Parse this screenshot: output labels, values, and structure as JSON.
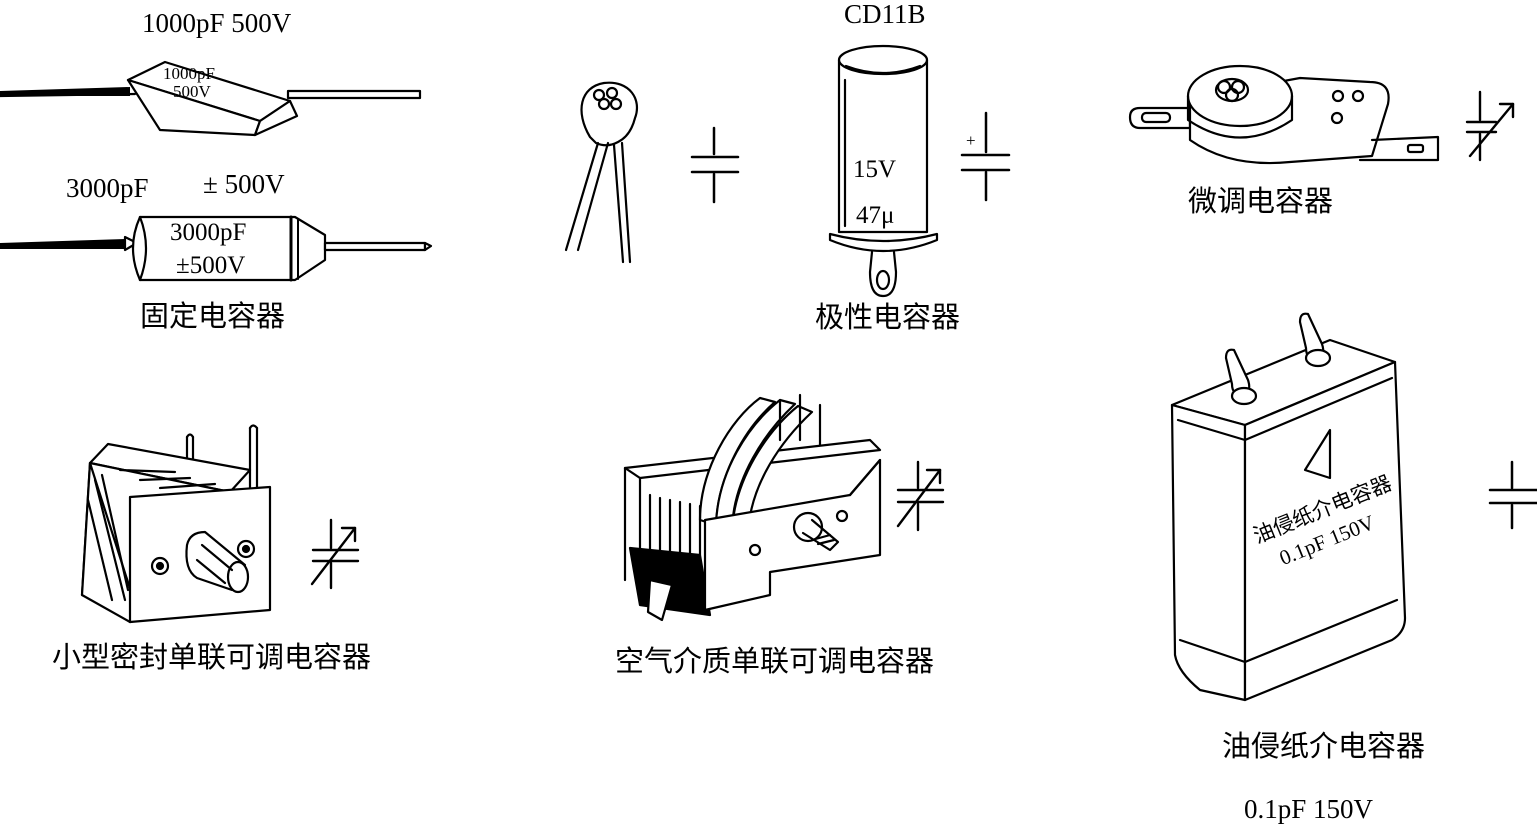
{
  "fixed": {
    "caption": "固定电容器",
    "cap1_rating_top": "1000pF  500V",
    "cap1_body_line1": "1000pF",
    "cap1_body_line2": "500V",
    "cap2_rating_value": "3000pF",
    "cap2_rating_voltage": "±  500V",
    "cap2_body_line1": "3000pF",
    "cap2_body_line2": "±500V"
  },
  "polar": {
    "model": "CD11B",
    "caption": "极性电容器",
    "body_voltage": "15V",
    "body_capacitance": "47μ",
    "plus_sign": "+"
  },
  "trimmer": {
    "caption": "微调电容器"
  },
  "sealed": {
    "caption": "小型密封单联可调电容器"
  },
  "air": {
    "caption": "空气介质单联可调电容器"
  },
  "oil": {
    "caption": "油侵纸介电容器",
    "rating": "0.1pF  150V",
    "body_line1": "油侵纸介电容器",
    "body_line2": "0.1pF  150V"
  }
}
